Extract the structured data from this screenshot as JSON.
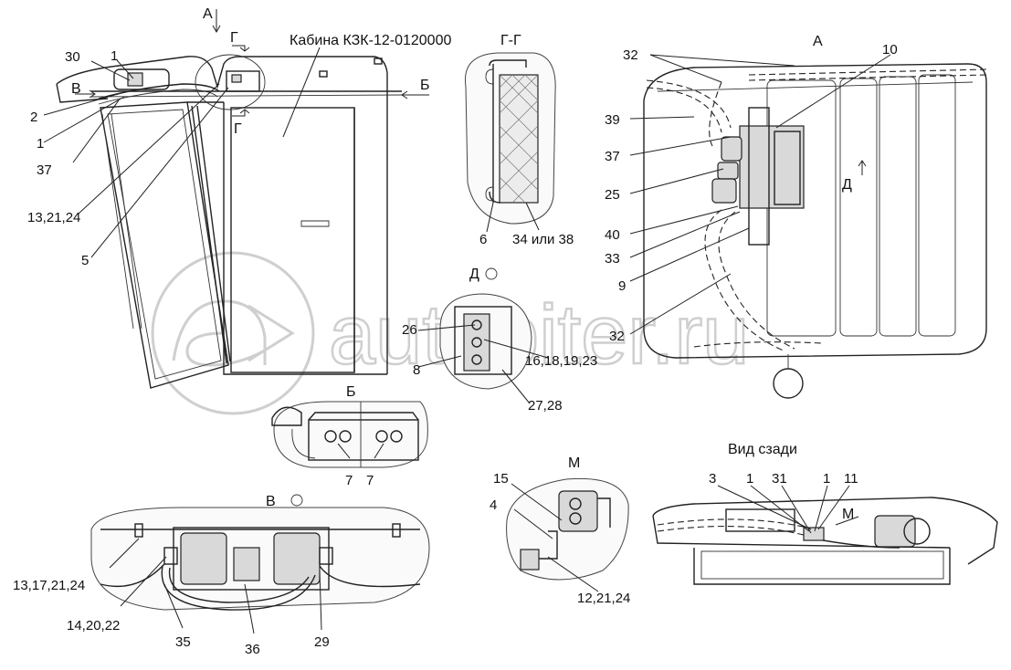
{
  "watermark": "autopiter.ru",
  "views": {
    "cab_title": "Кабина КЗК-12-0120000",
    "section_GG": "Г-Г",
    "view_A": "А",
    "view_A_arrow": "А",
    "view_B": "Б",
    "view_B_arrow": "Б",
    "view_V": "В",
    "view_V_arrow": "В",
    "view_D": "Д",
    "view_D_arrow": "Д",
    "view_M": "М",
    "view_M_arrow": "М",
    "view_rear": "Вид сзади",
    "cut_G_top": "Г",
    "cut_G_bottom": "Г"
  },
  "callouts": {
    "c30": "30",
    "c1a": "1",
    "c2": "2",
    "c1b": "1",
    "c37a": "37",
    "c13_21_24": "13,21,24",
    "c5": "5",
    "c6": "6",
    "c34_38": "34 или 38",
    "c32a": "32",
    "c10": "10",
    "c39": "39",
    "c37b": "37",
    "c25": "25",
    "c40": "40",
    "c33": "33",
    "c9": "9",
    "c32b": "32",
    "c26": "26",
    "c8": "8",
    "c16_18_19_23": "16,18,19,23",
    "c27_28": "27,28",
    "c7a": "7",
    "c7b": "7",
    "c13_17_21_24": "13,17,21,24",
    "c14_20_22": "14,20,22",
    "c35": "35",
    "c36": "36",
    "c29": "29",
    "c15": "15",
    "c4": "4",
    "c12_21_24": "12,21,24",
    "c3": "3",
    "c1c": "1",
    "c31": "31",
    "c1d": "1",
    "c11": "11"
  }
}
